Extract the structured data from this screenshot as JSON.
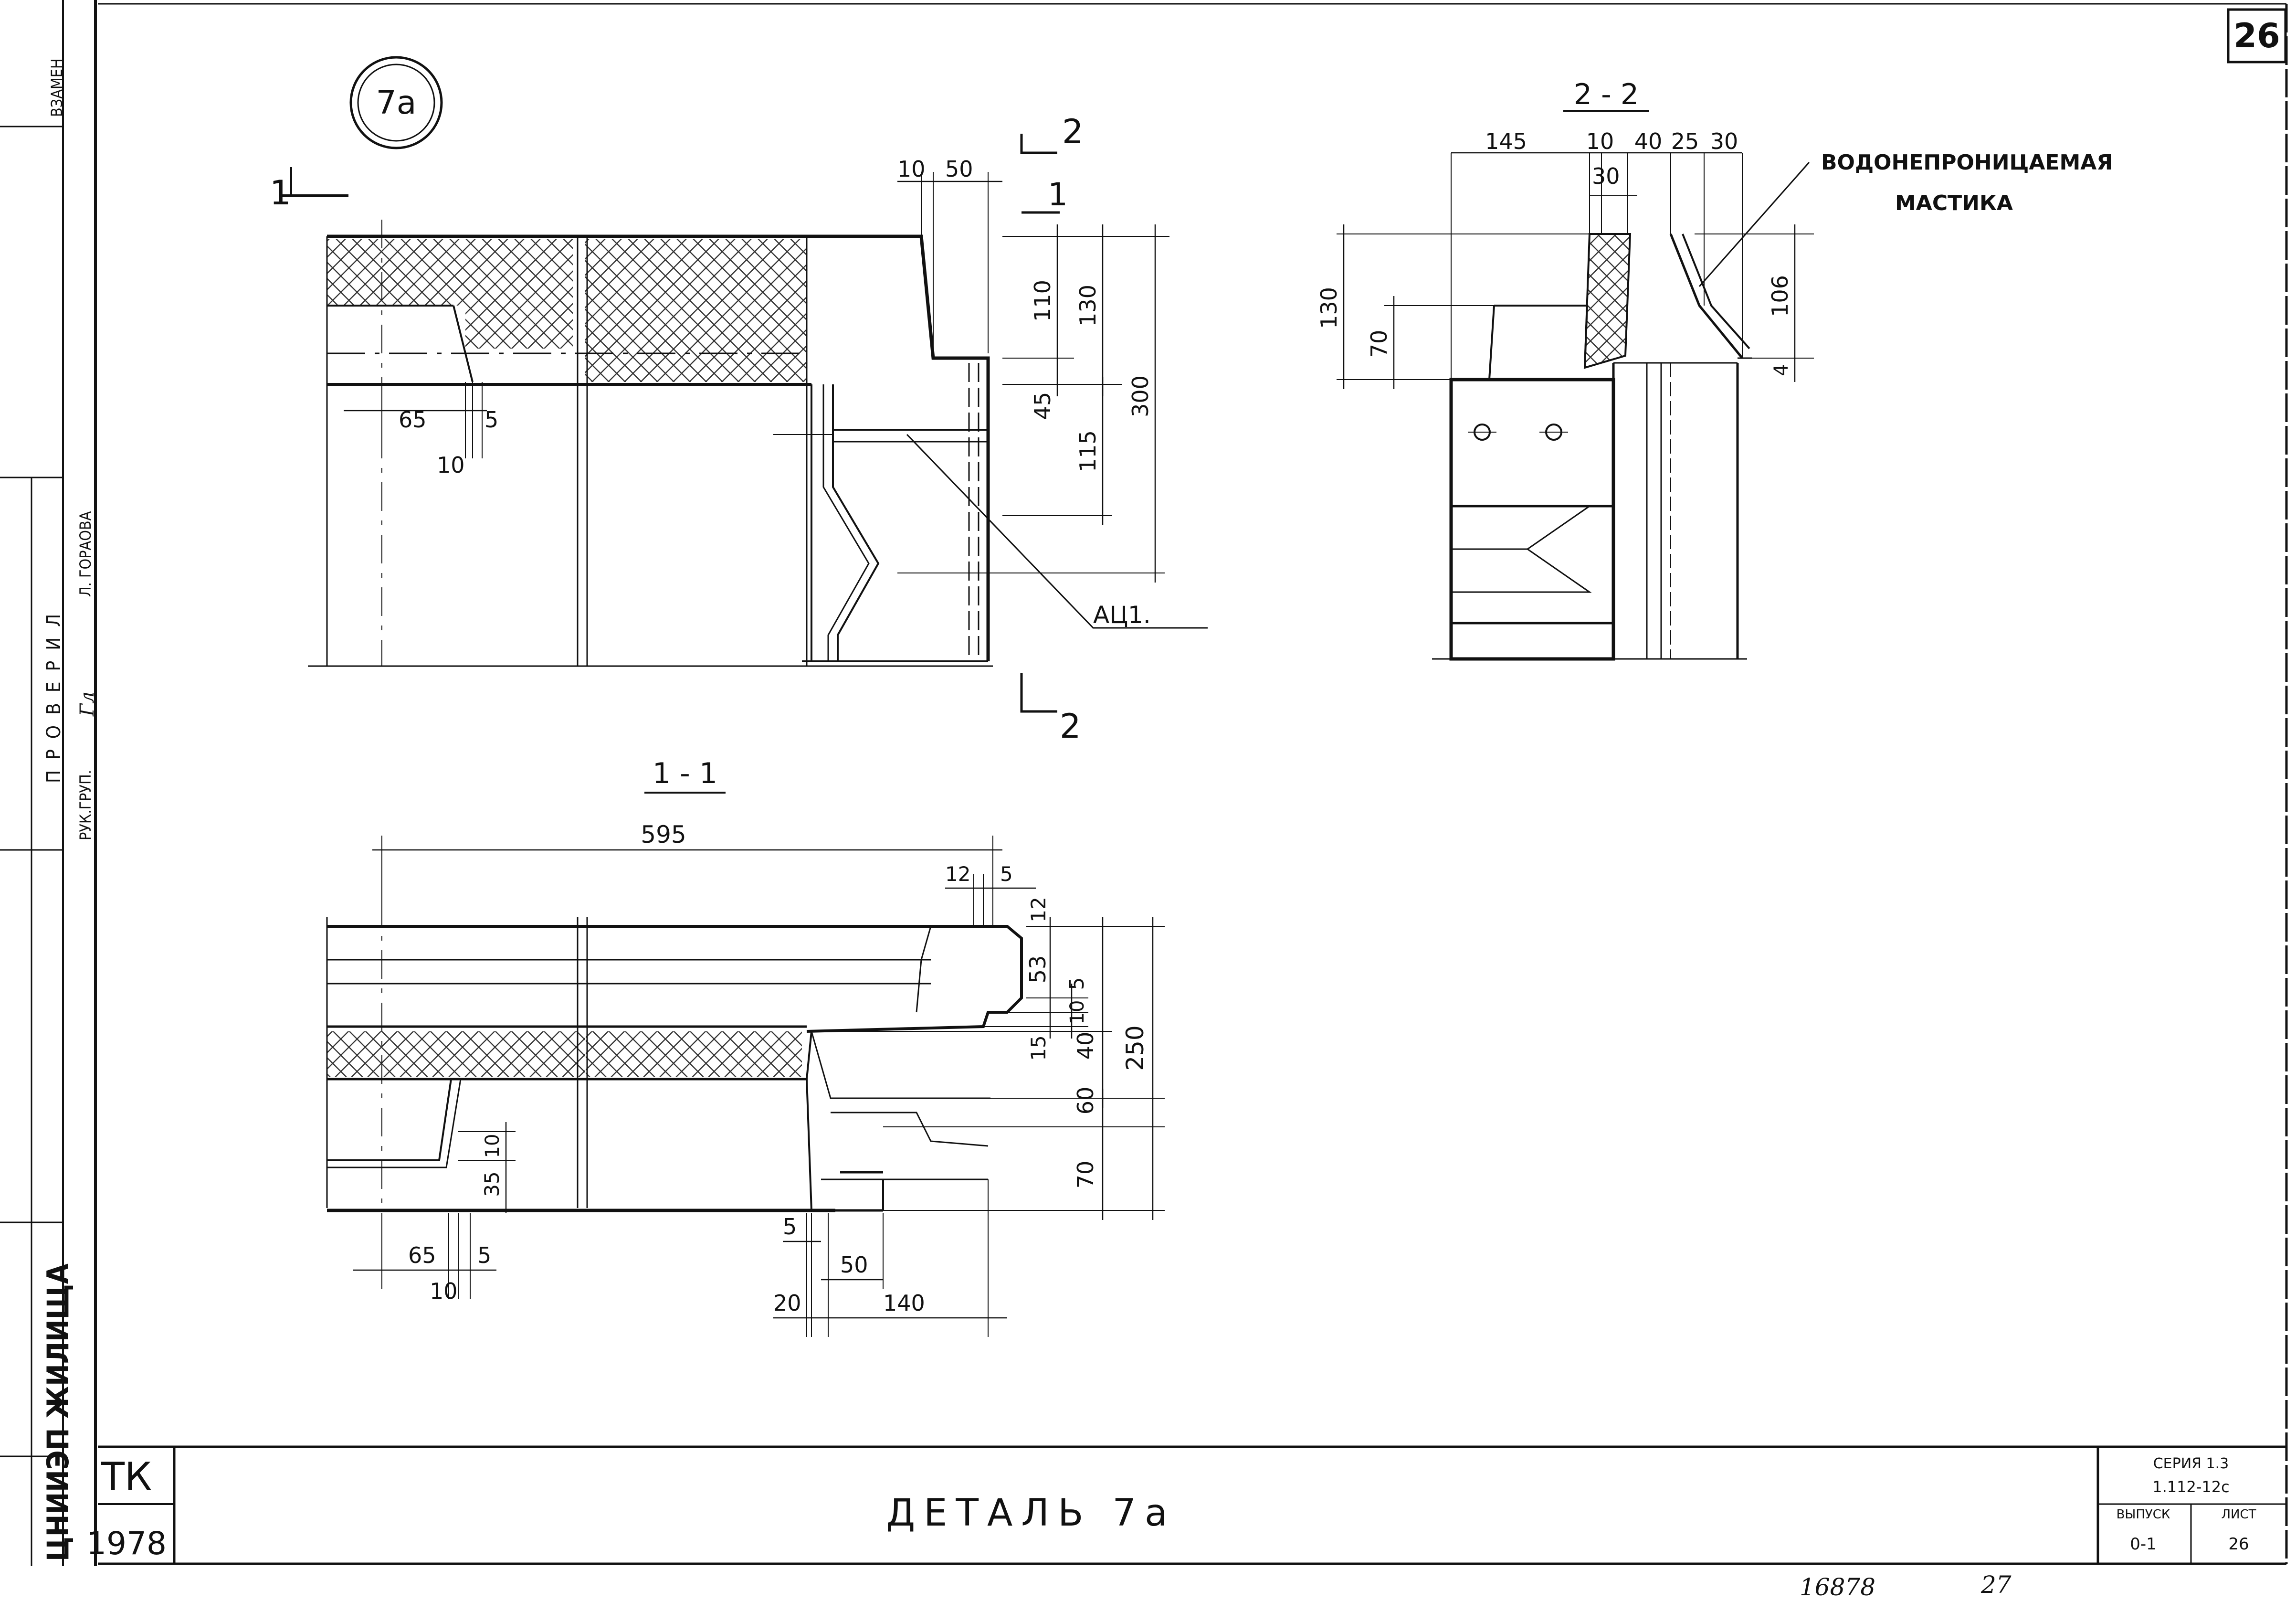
{
  "sheet": {
    "page_number": "26",
    "detail_marker": "7a",
    "title": "ДЕТАЛЬ 7a",
    "org_code": "ТК",
    "year": "1978",
    "stamp_series": "СЕРИЯ 1.3",
    "stamp_code": "1.112-12с",
    "stamp_issue_label": "ВЫПУСК",
    "stamp_sheet_label": "ЛИСТ",
    "stamp_issue": "0-1",
    "stamp_sheet": "26",
    "bottom_note_1": "16878",
    "bottom_note_2": "27"
  },
  "sidebar": {
    "vzamen": "ВЗАМЕН",
    "proveril": "ПРОВЕРИЛ",
    "ruk_grup": "РУК.ГРУП.",
    "signature": "Гл",
    "name": "Л. ГОРАОВА",
    "org": "ЦНИИЭП ЖИЛИЩА"
  },
  "plan": {
    "section_mark_1": "1",
    "section_mark_2": "2",
    "dims": {
      "d10": "10",
      "d50": "50",
      "d110": "110",
      "d130": "130",
      "d45": "45",
      "d300": "300",
      "d115": "115",
      "d65": "65",
      "d5": "5",
      "d10b": "10"
    },
    "callout": "АЦ1."
  },
  "section22": {
    "title": "2 - 2",
    "dims": {
      "d145": "145",
      "d10": "10",
      "d40": "40",
      "d25": "25",
      "d30": "30",
      "d30b": "30",
      "d130": "130",
      "d70": "70",
      "d106": "106",
      "d4": "4"
    },
    "note_line1": "ВОДОНЕПРОНИЦАЕМАЯ",
    "note_line2": "МАСТИКА"
  },
  "section11": {
    "title": "1 - 1",
    "dims": {
      "d595": "595",
      "d12": "12",
      "d5": "5",
      "d12v": "12",
      "d53": "53",
      "d5v": "5",
      "d10v": "10",
      "d15": "15",
      "d40": "40",
      "d250": "250",
      "d60": "60",
      "d70": "70",
      "d10s": "10",
      "d35": "35",
      "d65": "65",
      "d5b": "5",
      "d10b": "10",
      "d5c": "5",
      "d50": "50",
      "d20": "20",
      "d140": "140"
    }
  }
}
